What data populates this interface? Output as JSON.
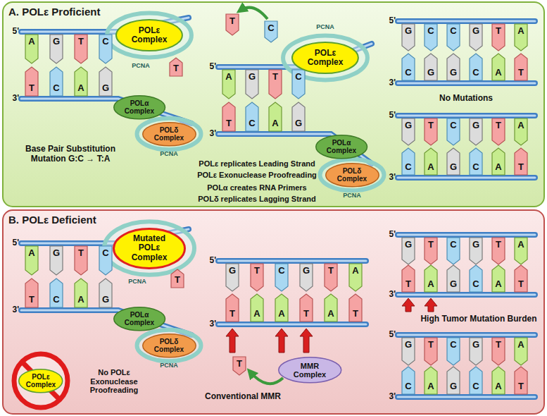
{
  "diagram": {
    "nodes": [
      {
        "text": [
          "A. POLε Proficient"
        ]
      },
      {
        "text": [
          "POLε Complex"
        ],
        "in": 0
      },
      {
        "text": [
          "POLα Complex"
        ],
        "in": 0
      },
      {
        "text": [
          "POLδ Complex"
        ],
        "in": 0
      },
      {
        "text": [
          "POLε Complex"
        ],
        "in": 0
      },
      {
        "text": [
          "POLα Complex"
        ],
        "in": 0
      },
      {
        "text": [
          "POLδ Complex"
        ],
        "in": 0
      },
      {
        "text": [
          "B. POLε Deficient"
        ]
      },
      {
        "text": [
          "Mutated POLε Complex"
        ],
        "in": 7
      },
      {
        "text": [
          "POLα Complex"
        ],
        "in": 7
      },
      {
        "text": [
          "POLδ Complex"
        ],
        "in": 7
      },
      {
        "text": [
          "POLε Complex"
        ],
        "in": 7
      },
      {
        "text": [
          "MMR Complex"
        ],
        "in": 7
      }
    ],
    "labels": [
      "5'",
      "3'",
      "A",
      "G",
      "T",
      "C",
      "T",
      "C",
      "A",
      "G",
      "T",
      "PCNA",
      "PCNA",
      "Base Pair Substitution Mutation G:C → T:A",
      "5'",
      "3'",
      "A",
      "G",
      "T",
      "C",
      "T",
      "C",
      "A",
      "G",
      "T",
      "C",
      "PCNA",
      "PCNA",
      "POLε replicates Leading Strand",
      "POLε Exonuclease Proofreading",
      "POLα creates RNA Primers",
      "POLδ replicates Lagging Strand",
      "5'",
      "3'",
      "G",
      "C",
      "C",
      "G",
      "T",
      "A",
      "C",
      "G",
      "G",
      "C",
      "A",
      "T",
      "No Mutations",
      "5'",
      "3'",
      "G",
      "T",
      "C",
      "G",
      "T",
      "A",
      "C",
      "A",
      "G",
      "C",
      "A",
      "T",
      "5'",
      "3'",
      "A",
      "G",
      "T",
      "C",
      "T",
      "C",
      "A",
      "G",
      "T",
      "PCNA",
      "PCNA",
      "No POLε Exonuclease Proofreading",
      "5'",
      "3'",
      "G",
      "T",
      "C",
      "G",
      "T",
      "A",
      "T",
      "A",
      "A",
      "T",
      "A",
      "T",
      "T",
      "Conventional MMR",
      "5'",
      "3'",
      "G",
      "T",
      "C",
      "G",
      "T",
      "A",
      "T",
      "A",
      "G",
      "C",
      "A",
      "T",
      "High Tumor Mutation Burden",
      "5'",
      "3'",
      "G",
      "T",
      "C",
      "G",
      "T",
      "A",
      "C",
      "A",
      "G",
      "C",
      "A",
      "T"
    ]
  }
}
